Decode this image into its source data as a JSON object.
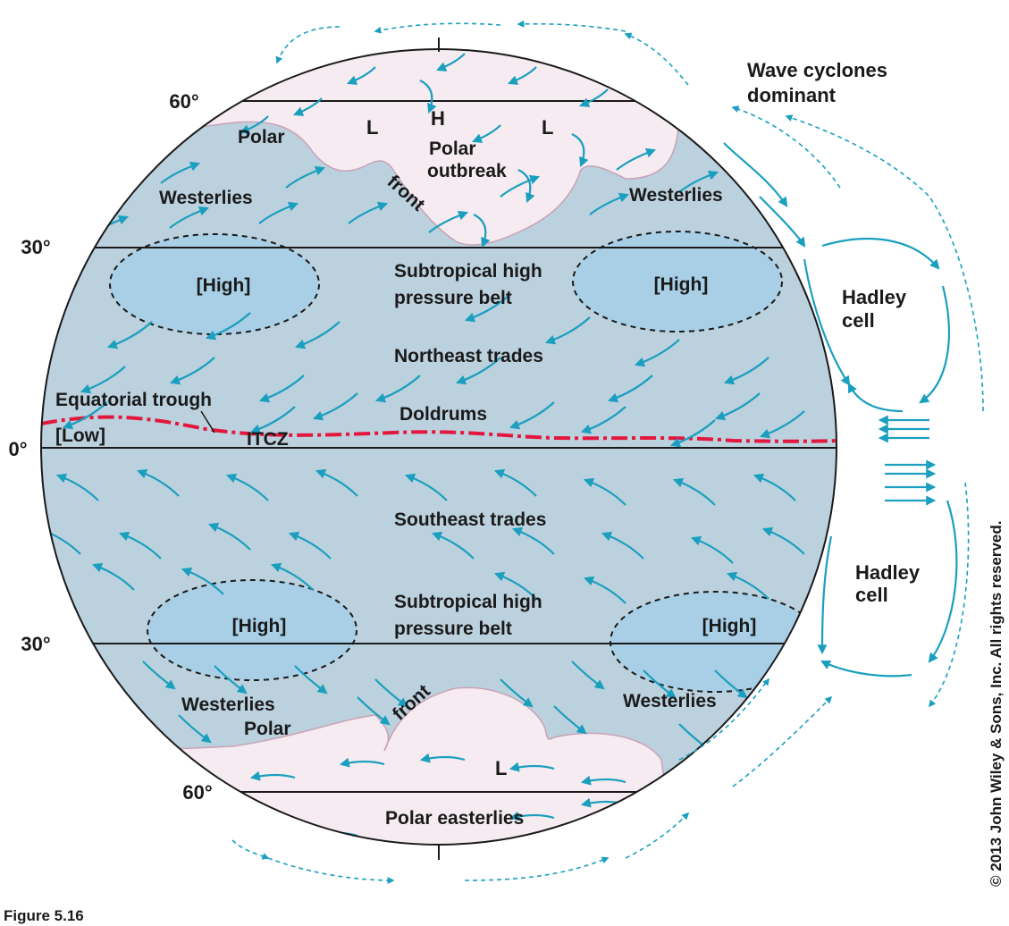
{
  "colors": {
    "globe_fill": "#bcd1de",
    "polar_fill": "#f5ebf0",
    "polar_edge": "#c8a2b6",
    "high_fill": "#a8cfe6",
    "arrow": "#1a9fbf",
    "itcz": "#e3173e",
    "outline": "#1a1a1a"
  },
  "latitudes": {
    "n60": "60°",
    "n30": "30°",
    "eq": "0°",
    "s30": "30°",
    "s60": "60°"
  },
  "labels": {
    "wave_cyclones_1": "Wave cyclones",
    "wave_cyclones_2": "dominant",
    "polar_n": "Polar",
    "front_n": "front",
    "low_1": "L",
    "high_h": "H",
    "low_2": "L",
    "polar_outbreak_1": "Polar",
    "polar_outbreak_2": "outbreak",
    "westerlies_nw": "Westerlies",
    "westerlies_ne": "Westerlies",
    "high_nw": "[High]",
    "high_ne": "[High]",
    "subtropical_n_1": "Subtropical high",
    "subtropical_n_2": "pressure belt",
    "hadley_n_1": "Hadley",
    "hadley_n_2": "cell",
    "northeast_trades": "Northeast trades",
    "equatorial_trough": "Equatorial trough",
    "doldrums": "Doldrums",
    "low_eq": "[Low]",
    "itcz": "ITCZ",
    "southeast_trades": "Southeast trades",
    "hadley_s_1": "Hadley",
    "hadley_s_2": "cell",
    "subtropical_s_1": "Subtropical high",
    "subtropical_s_2": "pressure belt",
    "high_sw": "[High]",
    "high_se": "[High]",
    "westerlies_sw": "Westerlies",
    "polar_s": "Polar",
    "front_s": "front",
    "westerlies_se": "Westerlies",
    "low_s": "L",
    "polar_easterlies": "Polar easterlies",
    "figure": "Figure 5.16",
    "copyright": "© 2013 John Wiley & Sons, Inc. All rights reserved."
  }
}
